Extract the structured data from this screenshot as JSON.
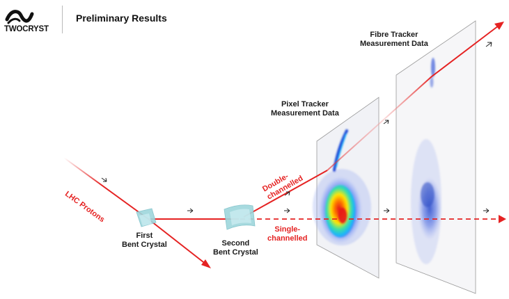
{
  "header": {
    "brand": "TWOCRYST",
    "title": "Preliminary Results"
  },
  "labels": {
    "fibre_line1": "Fibre Tracker",
    "fibre_line2": "Measurement Data",
    "pixel_line1": "Pixel Tracker",
    "pixel_line2": "Measurement Data",
    "first_line1": "First",
    "first_line2": "Bent Crystal",
    "second_line1": "Second",
    "second_line2": "Bent Crystal",
    "lhc_protons": "LHC Protons",
    "double_line1": "Double-",
    "double_line2": "channelled",
    "single_line1": "Single-",
    "single_line2": "channelled"
  },
  "colors": {
    "beam": "#e52222",
    "text": "#1a1a1a",
    "crystal": "#9ed6dc",
    "panel": "#f6f6f8"
  },
  "icons": [
    "twocryst-logo-icon",
    "direction-arrow-icon"
  ]
}
